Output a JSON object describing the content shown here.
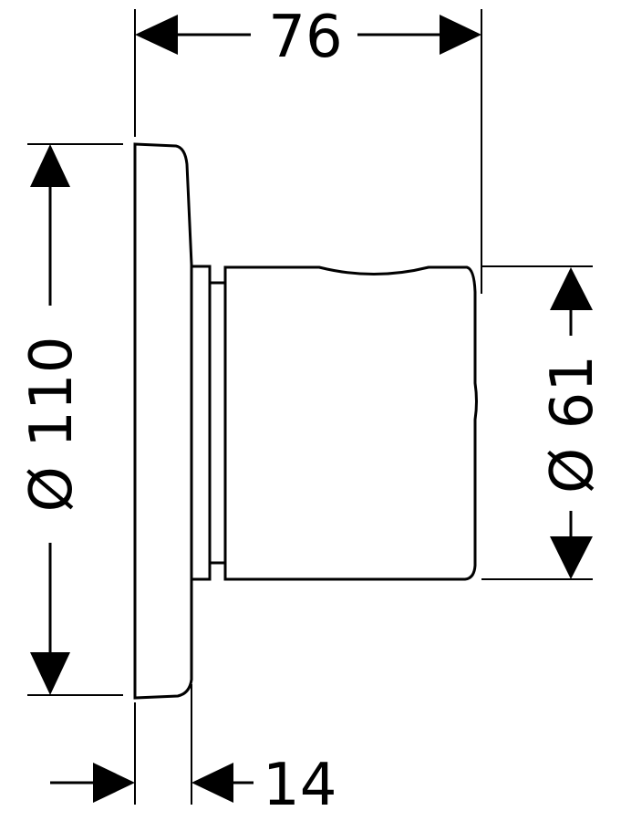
{
  "drawing": {
    "dimensions": {
      "overall_depth": "76",
      "plate_diameter": "Ø 110",
      "handle_diameter": "Ø 61",
      "plate_thickness": "14"
    },
    "colors": {
      "line": "#000000",
      "background": "#ffffff"
    }
  }
}
